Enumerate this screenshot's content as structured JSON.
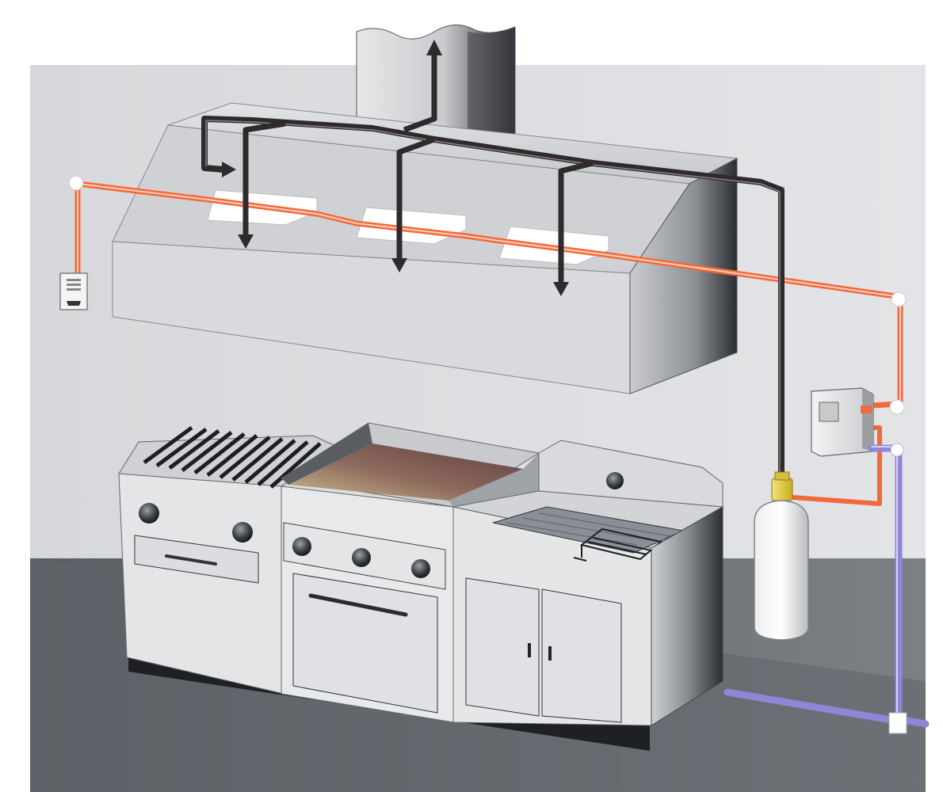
{
  "colors": {
    "wall": "#dcdde0",
    "floor": "#6b7074",
    "steel_light": "#e9eaec",
    "steel_mid": "#c7c9cc",
    "steel_dark": "#3a3d42",
    "detection_line": "#f26a3c",
    "agent_pipe": "#2f2a2c",
    "gas_line": "#8f86d6",
    "cylinder_valve": "#e6d03a",
    "griddle_plate": "#6b4848"
  },
  "icons": {
    "manual_pull_station": "manual-pull-station-icon",
    "control_panel": "control-panel-icon",
    "agent_cylinder": "agent-cylinder-icon",
    "nozzle": "nozzle-arrow-icon",
    "exhaust_arrow": "exhaust-arrow-icon",
    "fusible_link": "fusible-link-icon"
  },
  "appliances": [
    "char-broiler",
    "griddle",
    "fryer"
  ]
}
